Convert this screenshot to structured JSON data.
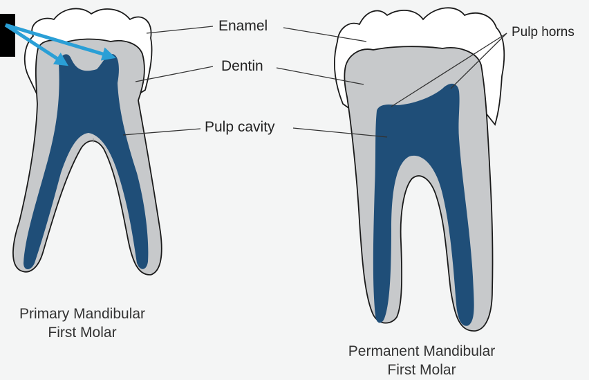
{
  "labels": {
    "enamel": "Enamel",
    "dentin": "Dentin",
    "pulp_cavity": "Pulp cavity",
    "pulp_horns": "Pulp horns"
  },
  "captions": {
    "primary_line1": "Primary Mandibular",
    "primary_line2": "First Molar",
    "permanent_line1": "Permanent Mandibular",
    "permanent_line2": "First Molar"
  },
  "colors": {
    "background": "#f4f5f5",
    "enamel": "#ffffff",
    "dentin": "#c7c9cb",
    "pulp": "#1f4e78",
    "outline": "#1a1a1a",
    "pointer_arrow": "#2a9fd6",
    "black_box": "#000000"
  }
}
